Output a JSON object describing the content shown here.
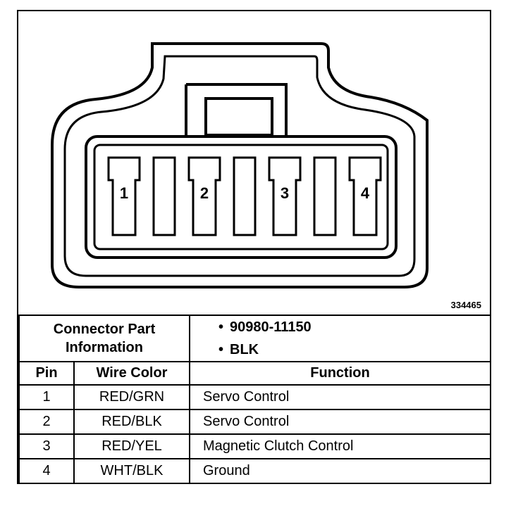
{
  "figure_id": "334465",
  "connector": {
    "pins": [
      "1",
      "2",
      "3",
      "4"
    ]
  },
  "part_info": {
    "label_line1": "Connector Part",
    "label_line2": "Information",
    "part_number": "90980-11150",
    "color": "BLK"
  },
  "table": {
    "headers": [
      "Pin",
      "Wire Color",
      "Function"
    ],
    "rows": [
      {
        "pin": "1",
        "wire": "RED/GRN",
        "function": "Servo Control"
      },
      {
        "pin": "2",
        "wire": "RED/BLK",
        "function": "Servo Control"
      },
      {
        "pin": "3",
        "wire": "RED/YEL",
        "function": "Magnetic Clutch Control"
      },
      {
        "pin": "4",
        "wire": "WHT/BLK",
        "function": "Ground"
      }
    ]
  }
}
